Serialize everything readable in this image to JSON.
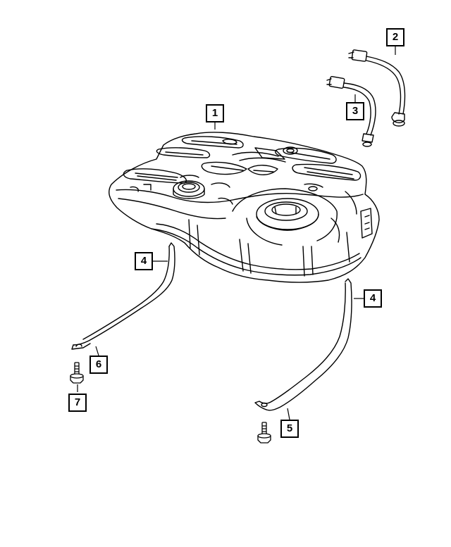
{
  "callouts": {
    "c1": "1",
    "c2": "2",
    "c3": "3",
    "c4a": "4",
    "c4b": "4",
    "c5": "5",
    "c6": "6",
    "c7": "7"
  },
  "colors": {
    "line": "#000000",
    "background": "#ffffff"
  }
}
